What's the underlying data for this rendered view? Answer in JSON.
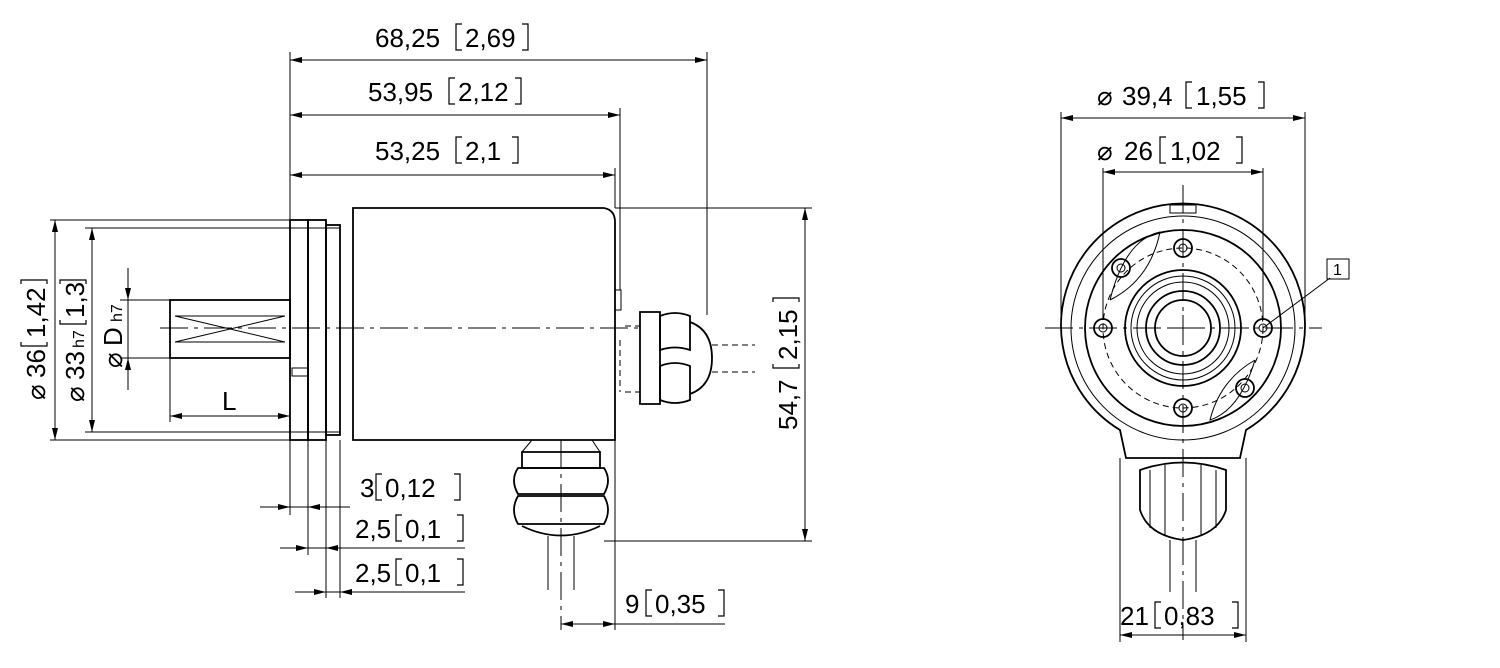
{
  "side_view": {
    "dim_overall_length": {
      "value": "68,25",
      "inch": "2,69"
    },
    "dim_length_2": {
      "value": "53,95",
      "inch": "2,12"
    },
    "dim_length_3": {
      "value": "53,25",
      "inch": "2,1"
    },
    "dim_flange_dia": {
      "prefix": "⌀",
      "value": "36",
      "inch": "1,42"
    },
    "dim_pilot_dia": {
      "prefix": "⌀",
      "value": "33",
      "sub": "h7",
      "inch": "1,3"
    },
    "dim_shaft_dia": {
      "prefix": "⌀",
      "value": "D",
      "sub": "h7"
    },
    "dim_shaft_length": {
      "value": "L"
    },
    "dim_height": {
      "value": "54,7",
      "inch": "2,15"
    },
    "dim_flange_3": {
      "value": "3",
      "inch": "0,12"
    },
    "dim_flange_2_5_a": {
      "value": "2,5",
      "inch": "0,1"
    },
    "dim_flange_2_5_b": {
      "value": "2,5",
      "inch": "0,1"
    },
    "dim_cable_offset": {
      "value": "9",
      "inch": "0,35"
    }
  },
  "front_view": {
    "dim_housing_dia": {
      "prefix": "⌀",
      "value": "39,4",
      "inch": "1,55"
    },
    "dim_bolt_circle_dia": {
      "prefix": "⌀",
      "value": "26",
      "inch": "1,02"
    },
    "dim_cable_width": {
      "value": "21",
      "inch": "0,83"
    },
    "callout_label": "1"
  }
}
